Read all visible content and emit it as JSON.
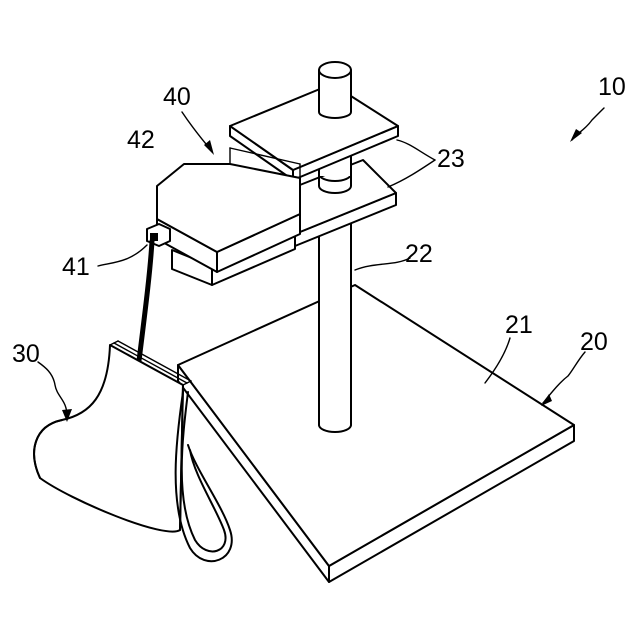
{
  "figure": {
    "labels": {
      "device": "10",
      "base": "20",
      "base_plate": "21",
      "pole": "22",
      "arms": "23",
      "sample": "30",
      "unit": "40",
      "cable": "41",
      "head": "42"
    }
  }
}
